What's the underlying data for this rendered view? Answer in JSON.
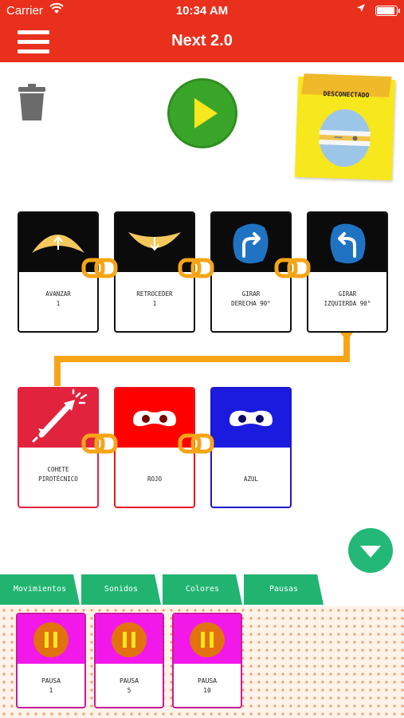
{
  "status_bar": {
    "carrier": "Carrier",
    "time": "10:34 AM"
  },
  "nav": {
    "title": "Next 2.0",
    "menu_icon": "hamburger-menu-icon"
  },
  "toolbar": {
    "trash_icon": "trash-icon",
    "play_icon": "play-icon"
  },
  "robot_status": {
    "label": "DESCONECTADO",
    "icon": "robot-icon"
  },
  "program": {
    "row1": [
      {
        "line1": "AVANZAR",
        "line2": "1",
        "icon": "arrow-up-icon"
      },
      {
        "line1": "RETROCEDER",
        "line2": "1",
        "icon": "arrow-down-icon"
      },
      {
        "line1": "GIRAR",
        "line2": "DERECHA 90°",
        "icon": "turn-right-icon"
      },
      {
        "line1": "GIRAR",
        "line2": "IZQUIERDA 90°",
        "icon": "turn-left-icon"
      }
    ],
    "row2": [
      {
        "line1": "COHETE",
        "line2": "PIROTÉCNICO",
        "icon": "rocket-icon"
      },
      {
        "line1": "ROJO",
        "line2": "",
        "icon": "red-eyes-icon"
      },
      {
        "line1": "AZUL",
        "line2": "",
        "icon": "blue-eyes-icon"
      }
    ]
  },
  "colors": {
    "header": "#e9301c",
    "play": "#3aa629",
    "tabs": "#21b471",
    "pause": "#f318ea"
  },
  "tabs": [
    {
      "label": "Movimientos"
    },
    {
      "label": "Sonidos"
    },
    {
      "label": "Colores"
    },
    {
      "label": "Pausas"
    }
  ],
  "palette": [
    {
      "line1": "PAUSA",
      "line2": "1",
      "icon": "pause-icon"
    },
    {
      "line1": "PAUSA",
      "line2": "5",
      "icon": "pause-icon"
    },
    {
      "line1": "PAUSA",
      "line2": "10",
      "icon": "pause-icon"
    }
  ]
}
